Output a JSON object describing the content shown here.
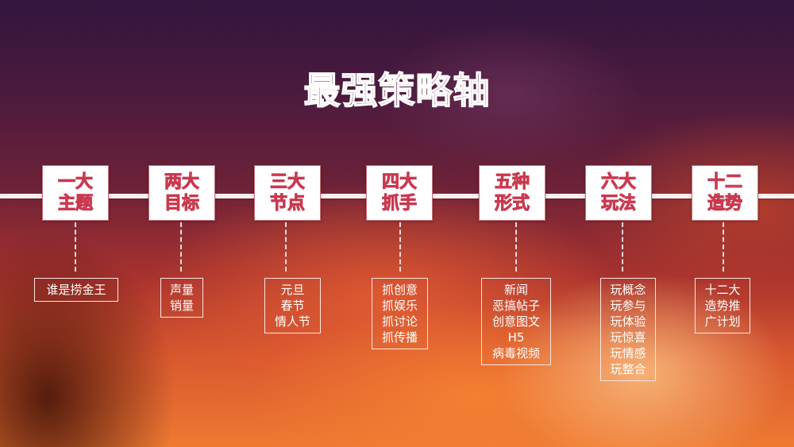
{
  "title": "最强策略轴",
  "nodes": [
    {
      "label": "一大主题",
      "details": "谁是捞金王"
    },
    {
      "label": "两大目标",
      "details": "声量\n销量"
    },
    {
      "label": "三大节点",
      "details": "元旦\n春节\n情人节"
    },
    {
      "label": "四大抓手",
      "details": "抓创意\n抓娱乐\n抓讨论\n抓传播"
    },
    {
      "label": "五种形式",
      "details": "新闻\n恶搞帖子\n创意图文\nH5\n病毒视频"
    },
    {
      "label": "六大玩法",
      "details": "玩概念\n玩参与\n玩体验\n玩惊喜\n玩情感\n玩整合"
    },
    {
      "label": "十二造势",
      "details": "十二大\n造势推\n广计划"
    }
  ],
  "colors": {
    "node_text_outline": "#c9394f",
    "axis": "#fbeff0",
    "leaf_border": "#f6e6e2"
  }
}
